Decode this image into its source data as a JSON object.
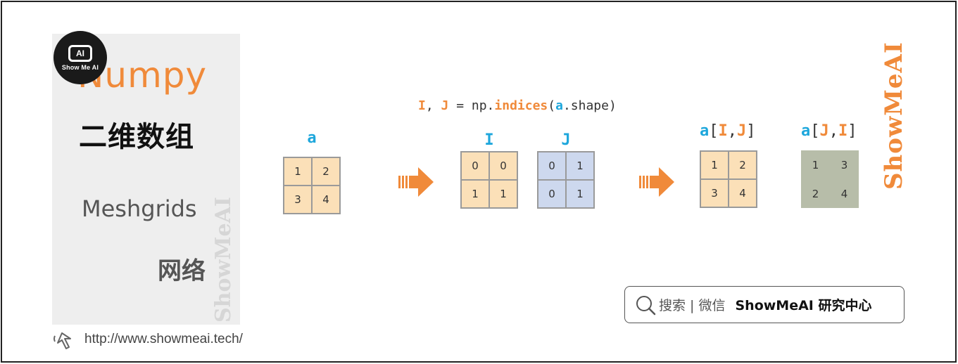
{
  "left": {
    "logo_screen": "AI",
    "logo_text": "Show Me AI",
    "title": "Numpy",
    "subtitle_cn": "二维数组",
    "topic": "Meshgrids",
    "topic_cn": "网络",
    "watermark": "ShowMeAI"
  },
  "footer": {
    "url": "http://www.showmeai.tech/"
  },
  "code": {
    "i": "I",
    "sep": ", ",
    "j": "J",
    "eq": " = np.",
    "fn": "indices",
    "open": "(",
    "arg": "a",
    "rest": ".shape)"
  },
  "arrays": {
    "a": {
      "label": "a",
      "cells": [
        "1",
        "2",
        "3",
        "4"
      ]
    },
    "I": {
      "label": "I",
      "cells": [
        "0",
        "0",
        "1",
        "1"
      ]
    },
    "J": {
      "label": "J",
      "cells": [
        "0",
        "1",
        "0",
        "1"
      ]
    },
    "aIJ": {
      "label_a": "a",
      "label_open": "[",
      "label_first": "I",
      "label_comma": ",",
      "label_second": "J",
      "label_close": "]",
      "cells": [
        "1",
        "2",
        "3",
        "4"
      ]
    },
    "aJI": {
      "label_a": "a",
      "label_open": "[",
      "label_first": "J",
      "label_comma": ",",
      "label_second": "I",
      "label_close": "]",
      "cells": [
        "1",
        "3",
        "2",
        "4"
      ]
    }
  },
  "brand_vertical": "ShowMeAI",
  "search": {
    "text": "搜索 | 微信",
    "brand": "ShowMeAI 研究中心"
  },
  "colors": {
    "orange": "#f08a3a",
    "blue": "#1ea7dc",
    "peach": "#fbe0b8",
    "lavender": "#cdd8ee",
    "sage": "#b7bda9"
  }
}
